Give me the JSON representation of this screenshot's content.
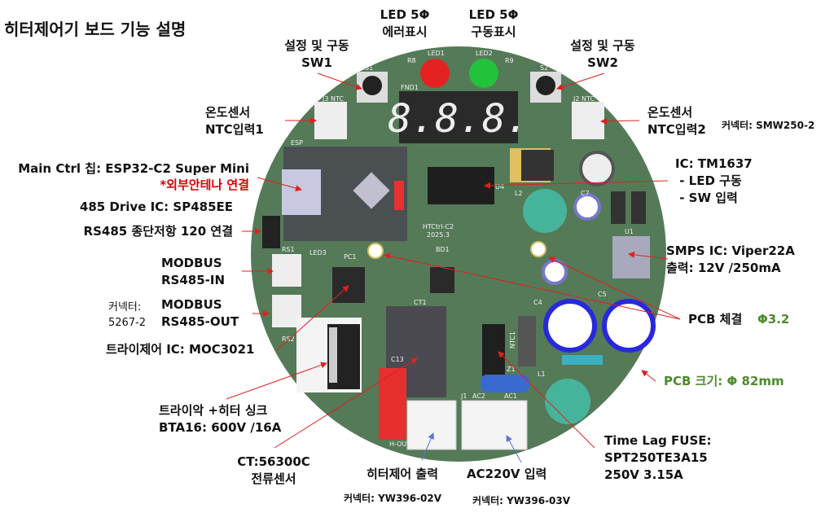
{
  "title": "히터제어기 보드 기능 설명",
  "labels": {
    "led_error": [
      "LED 5Φ",
      "에러표시"
    ],
    "led_run": [
      "LED 5Φ",
      "구동표시"
    ],
    "sw1": [
      "설정 및 구동",
      "SW1"
    ],
    "sw2": [
      "설정 및 구동",
      "SW2"
    ],
    "ntc1": [
      "온도센서",
      "NTC입력1"
    ],
    "ntc2": [
      "온도센서",
      "NTC입력2"
    ],
    "ntc_connector": "커넥터: SMW250-2",
    "main_ctrl": "Main Ctrl 칩: ESP32-C2 Super Mini",
    "antenna": "*외부안테나 연결",
    "drive_ic": "485 Drive IC: SP485EE",
    "termination": "RS485 종단저항 120 연결",
    "modbus_in": [
      "MODBUS",
      "RS485-IN"
    ],
    "modbus_out": [
      "MODBUS",
      "RS485-OUT"
    ],
    "modbus_connector": [
      "커넥터:",
      "5267-2"
    ],
    "triac_ic": "트라이제어 IC: MOC3021",
    "triac": [
      "트라이악 +히터 싱크",
      "BTA16: 600V /16A"
    ],
    "ct": [
      "CT:56300C",
      "전류센서"
    ],
    "heater_out": "히터제어 출력",
    "heater_connector": "커넥터: YW396-02V",
    "ac_in": "AC220V 입력",
    "ac_connector": "커넥터: YW396-03V",
    "fuse": [
      "Time Lag FUSE:",
      "SPT250TE3A15",
      "250V 3.15A"
    ],
    "pcb_size": "PCB 크기: Φ 82mm",
    "pcb_mount": "PCB 체결",
    "pcb_mount_dia": "Φ3.2",
    "smps": [
      "SMPS IC: Viper22A",
      "출력: 12V /250mA"
    ],
    "tm1637": [
      "IC: TM1637",
      " - LED 구동",
      " - SW 입력"
    ]
  },
  "board": {
    "silk_name": "HTCtrl-C2",
    "silk_date": "2025.3",
    "display": "8.8.8.",
    "refs": [
      "S1",
      "S2",
      "LED1",
      "LED2",
      "LED3",
      "R8",
      "R9",
      "FND1",
      "J3 NTC",
      "J2 NTC",
      "ESP",
      "RS1",
      "RS2",
      "PC1",
      "BD1",
      "CT1",
      "C13",
      "U4",
      "U1",
      "L1",
      "L2",
      "C4",
      "C5",
      "C7",
      "NTC1",
      "Z1",
      "J1",
      "AC2",
      "AC1",
      "H-OUT"
    ]
  },
  "colors": {
    "pcb": "#557a58",
    "arrow": "#e02020",
    "green_label": "#4d8a2e",
    "warning": "#d90000"
  }
}
